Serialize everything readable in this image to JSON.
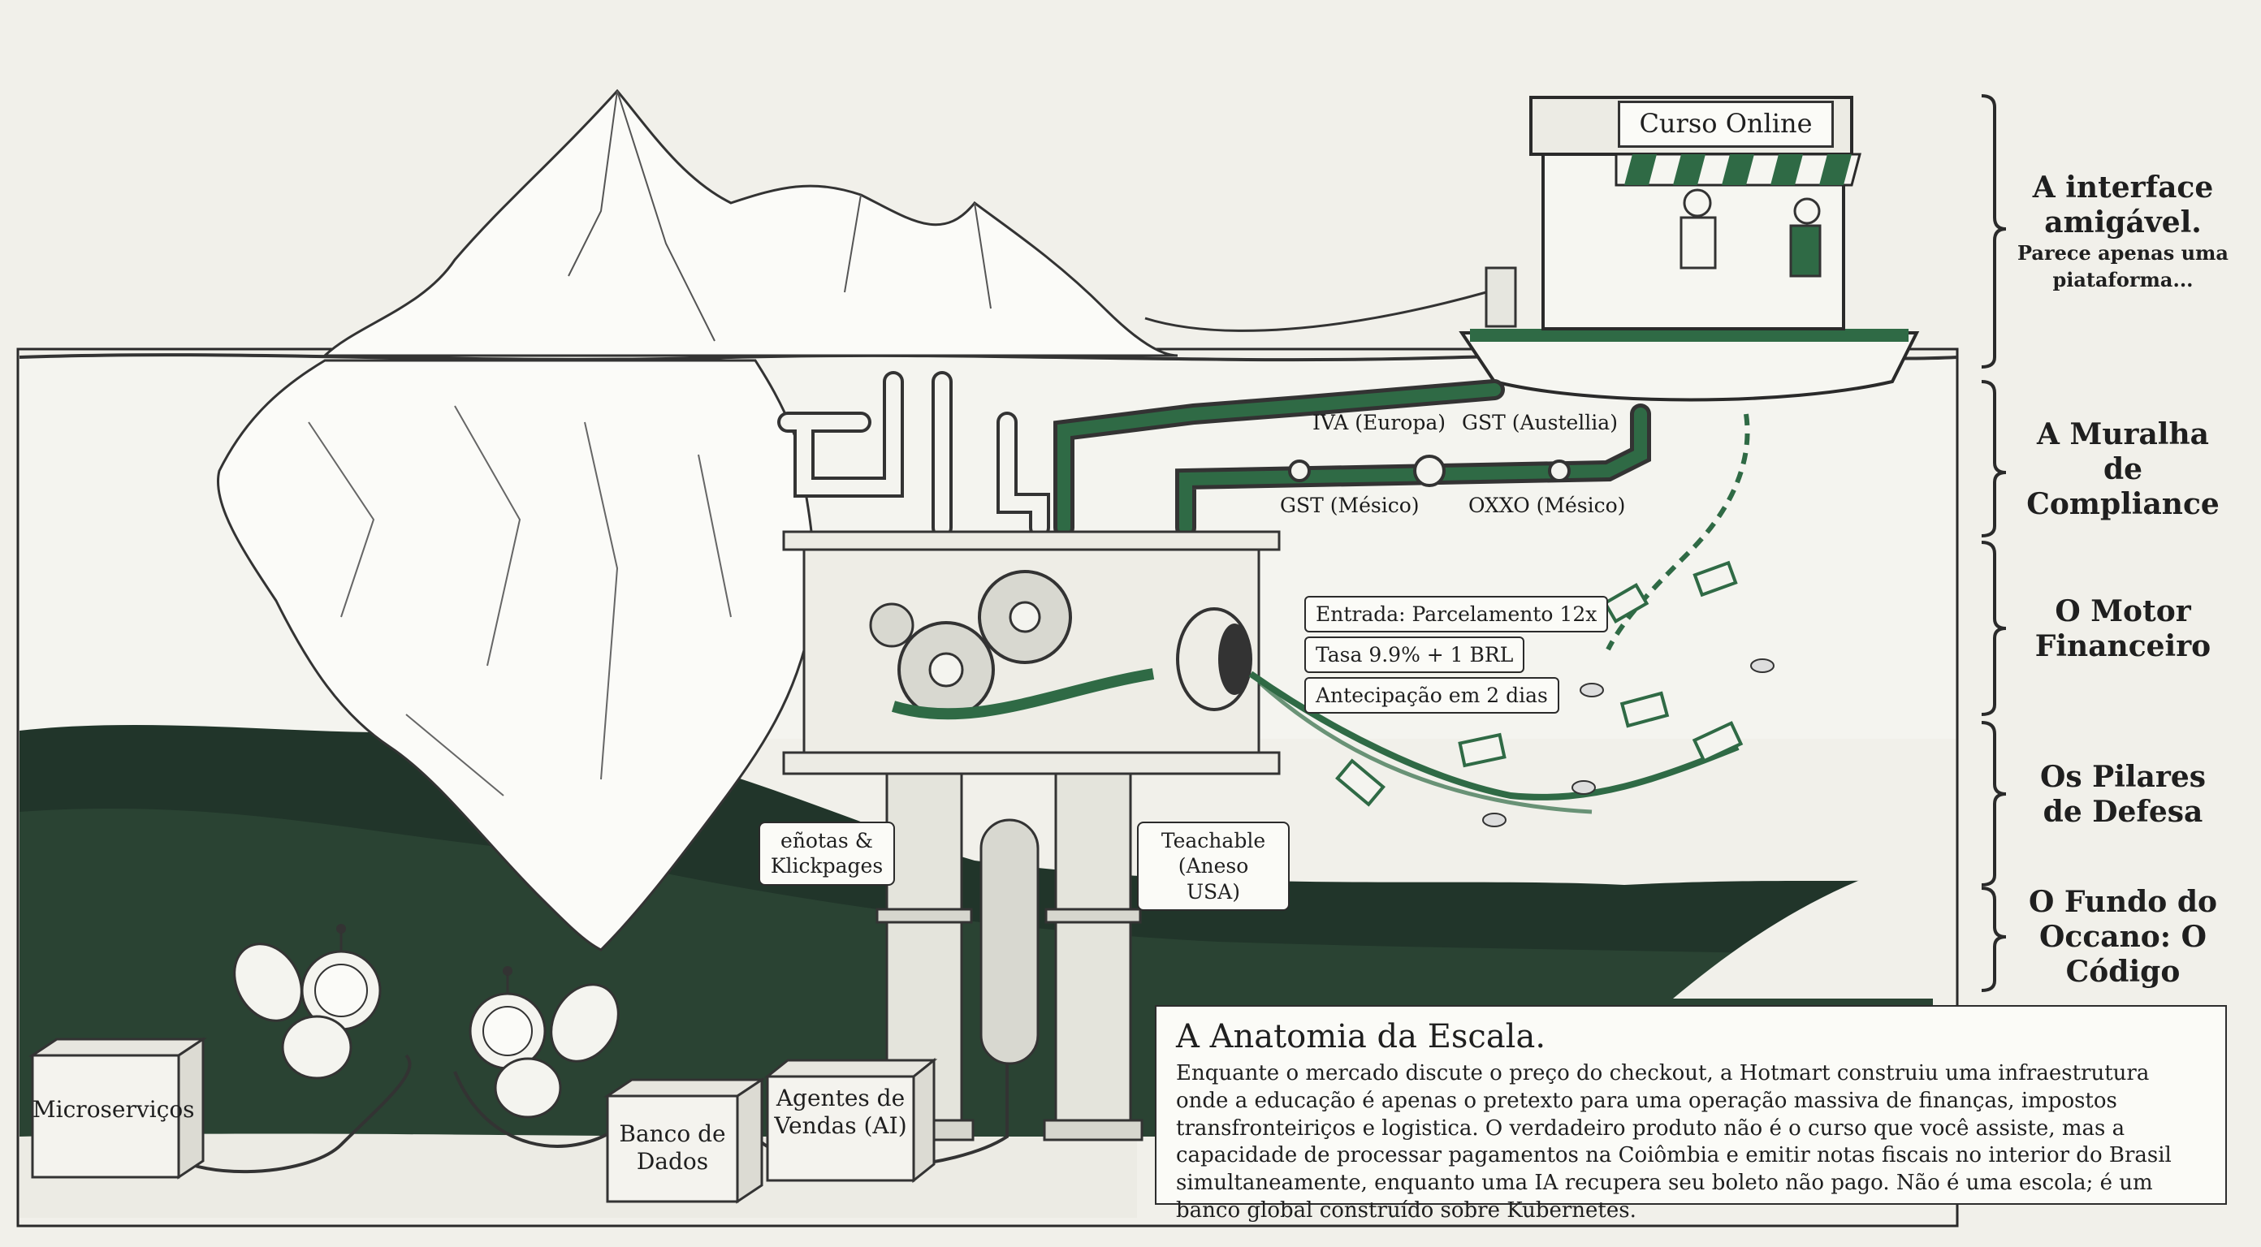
{
  "shop": {
    "sign": "Curso Online"
  },
  "pipes": {
    "iva_europa": "IVA (Europa)",
    "gst_australia": "GST (Austellia)",
    "gst_mexico": "GST (Mésico)",
    "oxxo_mexico": "OXXO (Mésico)"
  },
  "engine_tags": {
    "entrada": "Entrada: Parcelamento 12x",
    "tasa": "Tasa 9.9% + 1 BRL",
    "antecipacao": "Antecipação em 2 dias"
  },
  "pillars": {
    "left": "eñotas & Klickpages",
    "right": "Teachable (Aneso USA)"
  },
  "boxes": {
    "microservicos": "Microserviços",
    "banco": "Banco de Dados",
    "agentes": "Agentes de Vendas (AI)"
  },
  "layers": [
    {
      "title": "A interface amigável.",
      "subtitle": "Parece apenas uma piataforma..."
    },
    {
      "title": "A Muralha de Compliance",
      "subtitle": ""
    },
    {
      "title": "O Motor Financeiro",
      "subtitle": ""
    },
    {
      "title": "Os Pilares de Defesa",
      "subtitle": ""
    },
    {
      "title": "O Fundo do Occano: O Código",
      "subtitle": ""
    }
  ],
  "info": {
    "title": "A Anatomia da Escala.",
    "body": "Enquante o mercado discute o preço do checkout, a Hotmart construiu uma infraestrutura onde a educação é apenas o pretexto para uma operação massiva de finanças, impostos transfronteiriços e logistica. O verdadeiro produto não é o curso que você assiste, mas a capacidade de processar pagamentos na Coiômbia e emitir notas fiscais no interior do Brasil simultaneamente, enquanto uma IA recupera seu boleto não pago. Não é uma escola; é um banco global construído sobre Kubernetes."
  },
  "colors": {
    "accent_green": "#2f6a45",
    "dark_seabed": "#1e2c24",
    "paper": "#f1f0ea",
    "ink": "#222222"
  }
}
